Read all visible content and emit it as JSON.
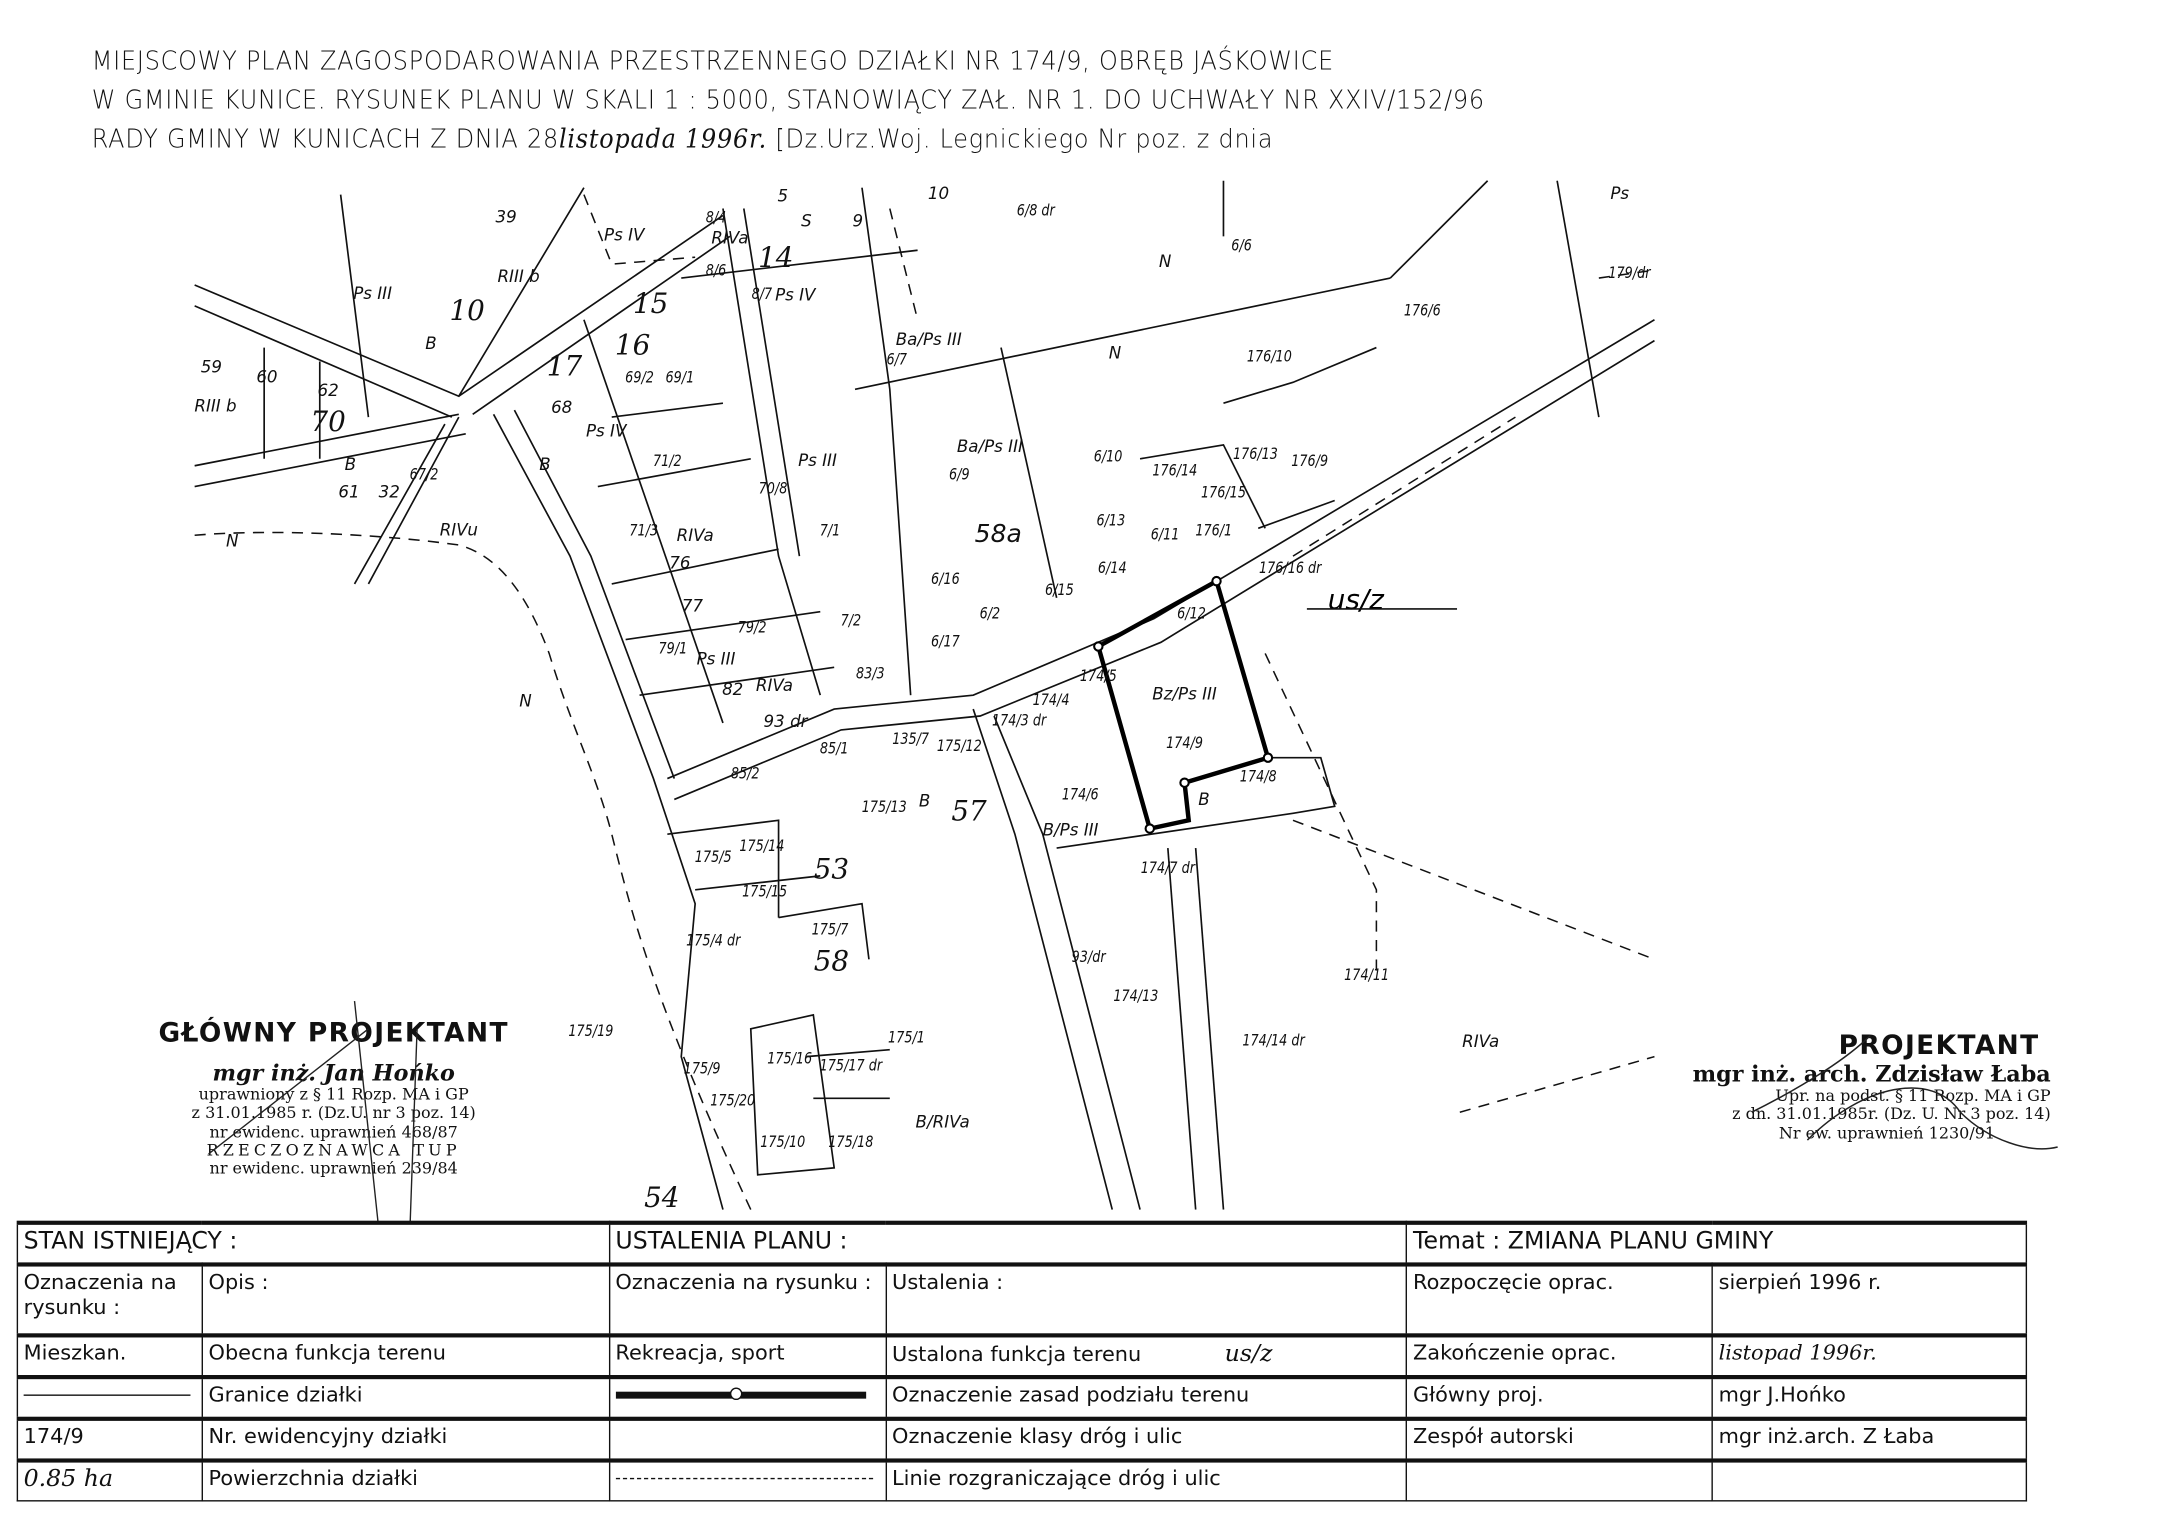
{
  "header": {
    "line1": "MIEJSCOWY PLAN ZAGOSPODAROWANIA PRZESTRZENNEGO DZIAŁKI NR 174/9, OBRĘB JAŚKOWICE",
    "line2": "W GMINIE KUNICE. RYSUNEK PLANU W SKALI 1 : 5000, STANOWIĄCY ZAŁ. NR 1. DO UCHWAŁY NR XXIV/152/96",
    "line3a": "RADY GMINY W KUNICACH Z DNIA 28",
    "line3_hand": "listopada 1996r.",
    "line3b": "[Dz.Urz.Woj. Legnickiego  Nr            poz.          z dnia"
  },
  "map": {
    "zone_label": "us/z",
    "labels": [
      "8/4",
      "8/6",
      "8/7",
      "6/8 dr",
      "6/6",
      "179/dr",
      "176/6",
      "176/10",
      "6/7",
      "6/9",
      "6/10",
      "6/13",
      "6/14",
      "6/16",
      "6/15",
      "6/12",
      "176/14",
      "176/15",
      "176/13",
      "176/9",
      "176/16 dr",
      "6/11",
      "176/1",
      "7/1",
      "7/2",
      "70/8",
      "6/17",
      "6/2",
      "174/3 dr",
      "174/4",
      "174/5",
      "174/9",
      "174/8",
      "174/6",
      "174/7 dr",
      "174/13",
      "174/14 dr",
      "174/11",
      "93/dr",
      "85/1",
      "85/2",
      "175/13",
      "175/12",
      "135/7",
      "175/14",
      "175/5",
      "175/15",
      "175/7",
      "175/4 dr",
      "175/19",
      "175/9",
      "175/20",
      "175/16",
      "175/10",
      "175/18",
      "175/17 dr",
      "175/1",
      "79/2",
      "79/1",
      "71/2",
      "71/3",
      "69/1",
      "69/2",
      "67/2",
      "10",
      "9",
      "39",
      "N",
      "N",
      "N",
      "N",
      "Ps IV",
      "Ps IV",
      "Ps III",
      "Ps III",
      "Ba/Ps III",
      "RIII b",
      "B",
      "59",
      "60",
      "62",
      "68",
      "Ps IV",
      "B",
      "76",
      "77",
      "RIVa",
      "82",
      "RIVa",
      "Ps III",
      "83/3",
      "93 dr",
      "B",
      "B/Ps III",
      "B",
      "Bz/Ps III",
      "58a",
      "RIVa",
      "B/RIVa",
      "RIVu",
      "61",
      "B",
      "32",
      "RIII b",
      "Ps",
      "Ba/Ps III",
      "5",
      "S",
      "RIVa",
      "10",
      "70",
      "17",
      "16",
      "15",
      "14",
      "57",
      "53",
      "58",
      "54"
    ]
  },
  "stamp_left": {
    "title": "GŁÓWNY PROJEKTANT",
    "name": "mgr inż. Jan Hońko",
    "l1": "uprawniony z § 11 Rozp. MA i GP",
    "l2": "z 31.01.1985 r. (Dz.U. nr 3 poz. 14)",
    "l3": "nr ewidenc. uprawnień 468/87",
    "l4": "RZECZOZNAWCA TUP",
    "l5": "nr ewidenc. uprawnień 239/84"
  },
  "stamp_right": {
    "title": "PROJEKTANT",
    "name": "mgr inż. arch. Zdzisław Łaba",
    "l1": "Upr. na podst. § 11 Rozp. MA i GP",
    "l2": "z dn. 31.01.1985r. (Dz. U. Nr 3 poz. 14)",
    "l3": "Nr ew. uprawnień 1230/91"
  },
  "table": {
    "h_existing": "STAN ISTNIEJĄCY :",
    "h_plan": "USTALENIA PLANU :",
    "h_topic": "Temat : ZMIANA PLANU GMINY",
    "c_mark": "Oznaczenia na rysunku :",
    "c_desc": "Opis :",
    "c_mark2": "Oznaczenia na rysunku :",
    "c_rules": "Ustalenia :",
    "start_label": "Rozpoczęcie oprac.",
    "start_value": "sierpień 1996 r.",
    "r1_mark": "Mieszkan.",
    "r1_desc": "Obecna funkcja terenu",
    "r1_mark2": "Rekreacja, sport",
    "r1_rule": "Ustalona funkcja terenu",
    "r1_rule_value": "us/z",
    "end_label": "Zakończenie oprac.",
    "end_value": "listopad 1996r.",
    "r2_desc": "Granice działki",
    "r2_rule": "Oznaczenie zasad podziału terenu",
    "chief_label": "Główny proj.",
    "chief_value": "mgr J.Hońko",
    "r3_mark": "174/9",
    "r3_desc": "Nr. ewidencyjny działki",
    "r3_rule": "Oznaczenie klasy dróg i ulic",
    "team_label": "Zespół autorski",
    "team_value": "mgr inż.arch. Z Łaba",
    "r4_mark": "0.85 ha",
    "r4_desc": "Powierzchnia działki",
    "r4_rule": "Linie rozgraniczające dróg i ulic"
  }
}
